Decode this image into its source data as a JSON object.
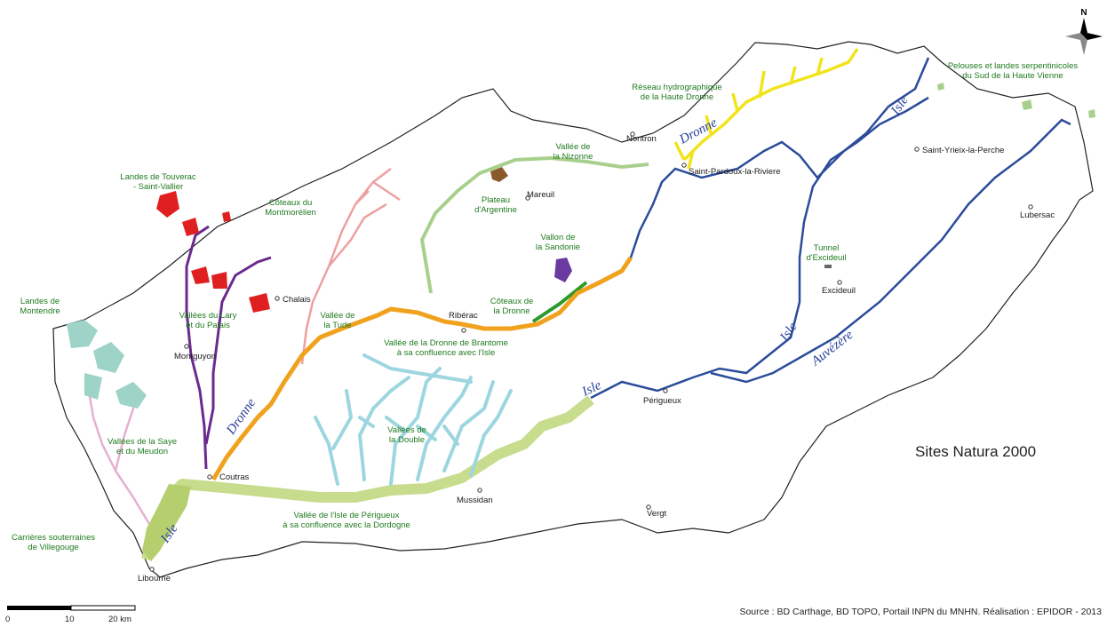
{
  "map": {
    "title": "Sites Natura 2000",
    "source": "Source : BD Carthage, BD TOPO, Portail INPN du MNHN. Réalisation : EPIDOR - 2013",
    "north_letter": "N",
    "scale": {
      "ticks": [
        "0",
        "10",
        "20 km"
      ]
    },
    "sites": [
      {
        "id": "haute-dronne",
        "lines": [
          "Réseau hydrographique",
          "de la Haute Dronne"
        ]
      },
      {
        "id": "pelouses",
        "lines": [
          "Pelouses et landes serpentinicoles",
          "du Sud de la Haute Vienne"
        ]
      },
      {
        "id": "nizonne",
        "lines": [
          "Vallée de",
          "la Nizonne"
        ]
      },
      {
        "id": "argentine",
        "lines": [
          "Plateau",
          "d'Argentine"
        ]
      },
      {
        "id": "touverac",
        "lines": [
          "Landes de Touverac",
          "- Saint-Vallier"
        ]
      },
      {
        "id": "montmorelien",
        "lines": [
          "Côteaux du",
          "Montmorélien"
        ]
      },
      {
        "id": "sandonie",
        "lines": [
          "Vallon de",
          "la Sandonie"
        ]
      },
      {
        "id": "tunnel",
        "lines": [
          "Tunnel",
          "d'Excideuil"
        ]
      },
      {
        "id": "coteaux-dronne",
        "lines": [
          "Côteaux de",
          "la Dronne"
        ]
      },
      {
        "id": "landes-montendre",
        "lines": [
          "Landes de",
          "Montendre"
        ]
      },
      {
        "id": "lary-palais",
        "lines": [
          "Vallées du Lary",
          "et du Palais"
        ]
      },
      {
        "id": "tude",
        "lines": [
          "Vallée de",
          "la Tude"
        ]
      },
      {
        "id": "dronne-brantome",
        "lines": [
          "Vallée de la Dronne de Brantome",
          "à sa confluence avec l'Isle"
        ]
      },
      {
        "id": "double",
        "lines": [
          "Vallées de",
          "la Double"
        ]
      },
      {
        "id": "saye-meudon",
        "lines": [
          "Vallées de la Saye",
          "et du Meudon"
        ]
      },
      {
        "id": "isle-perigueux",
        "lines": [
          "Vallée de l'Isle de Périgueux",
          "à sa confluence avec la Dordogne"
        ]
      },
      {
        "id": "villegouge",
        "lines": [
          "Carrières souterraines",
          "de Villegouge"
        ]
      }
    ],
    "towns": [
      {
        "id": "nontron",
        "name": "Nontron"
      },
      {
        "id": "saint-pardoux",
        "name": "Saint-Pardoux-la-Riviere"
      },
      {
        "id": "saint-yrieix",
        "name": "Saint-Yrieix-la-Perche"
      },
      {
        "id": "mareuil",
        "name": "Mareuil"
      },
      {
        "id": "lubersac",
        "name": "Lubersac"
      },
      {
        "id": "excideuil",
        "name": "Excideuil"
      },
      {
        "id": "chalais",
        "name": "Chalais"
      },
      {
        "id": "riberac",
        "name": "Ribérac"
      },
      {
        "id": "montguyon",
        "name": "Montguyon"
      },
      {
        "id": "perigueux",
        "name": "Périgueux"
      },
      {
        "id": "coutras",
        "name": "Coutras"
      },
      {
        "id": "mussidan",
        "name": "Mussidan"
      },
      {
        "id": "vergt",
        "name": "Vergt"
      },
      {
        "id": "libourne",
        "name": "Libourne"
      }
    ],
    "rivers": [
      {
        "id": "dronne-north",
        "name": "Dronne"
      },
      {
        "id": "isle-north",
        "name": "Isle"
      },
      {
        "id": "isle-middle",
        "name": "Isle"
      },
      {
        "id": "auvezere",
        "name": "Auvézère"
      },
      {
        "id": "isle-perigueux",
        "name": "Isle"
      },
      {
        "id": "dronne-west",
        "name": "Dronne"
      },
      {
        "id": "isle-libourne",
        "name": "Isle"
      }
    ],
    "colors": {
      "isle": "#2b4c9b",
      "dronne": "#f0a21e",
      "haute_dronne": "#f2e41c",
      "nizonne": "#a8d08d",
      "isle_valley": "#c8dc8e",
      "double": "#9dd6e0",
      "tude": "#eea0a0",
      "lary": "#6a2a8e",
      "touverac": "#e02020",
      "sandonie": "#6a3aa0",
      "montendre": "#9ed3c8",
      "saye": "#e6b0d0",
      "coteaux": "#2a9a2a",
      "argentine": "#8a5a2a",
      "site_label": "#1f7a1f"
    }
  }
}
